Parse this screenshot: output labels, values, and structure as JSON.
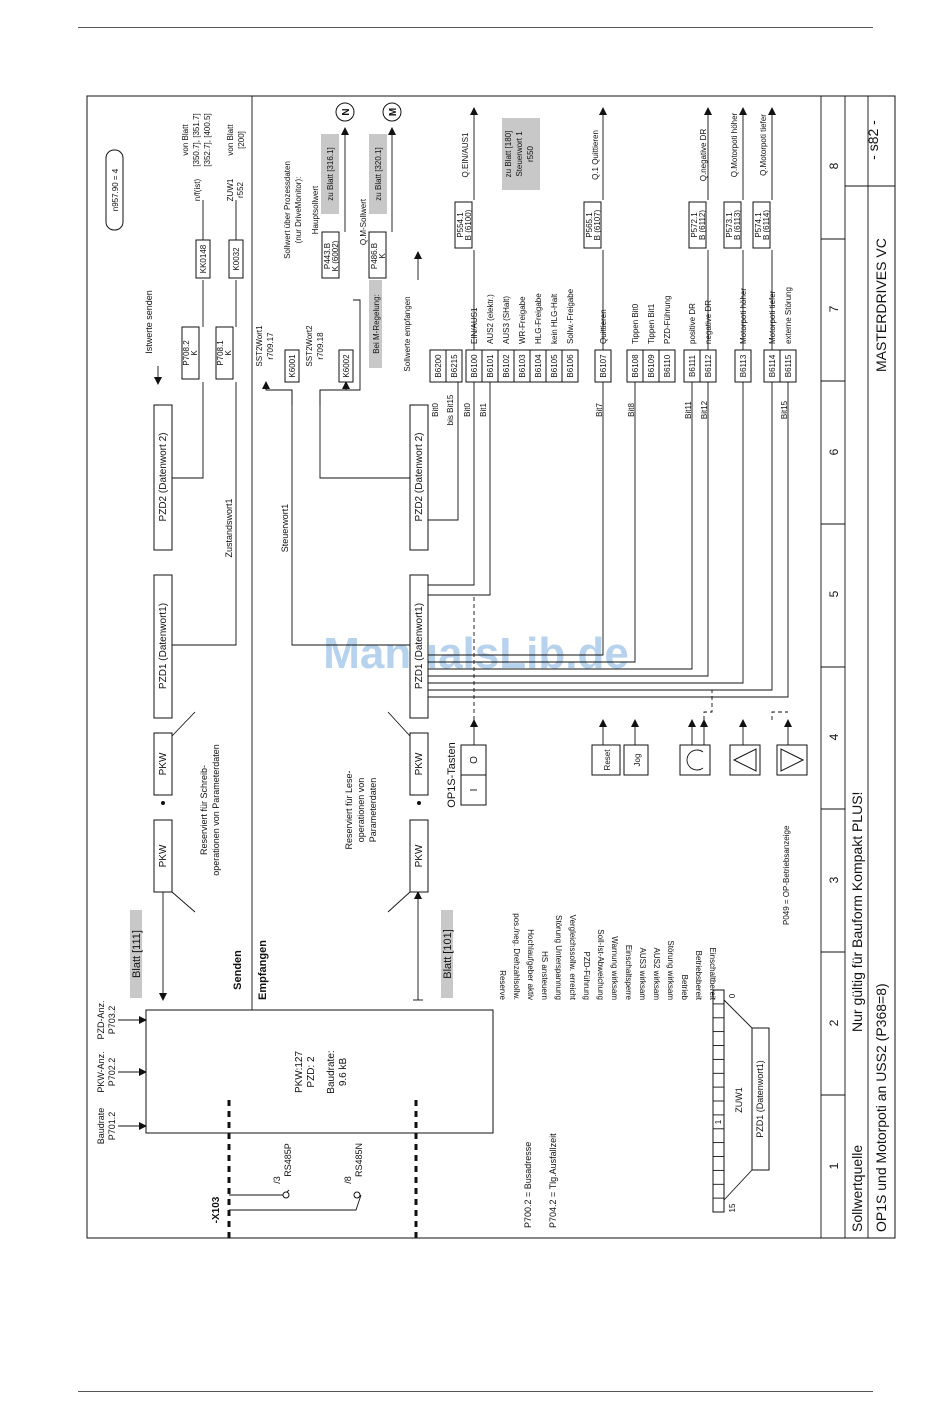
{
  "footer": {
    "title_line1": "Sollwertquelle",
    "title_line2": "OP1S und Motorpoti an USS2 (P368=8)",
    "note": "Nur gültig für Bauform Kompakt PLUS!",
    "product": "MASTERDRIVES VC",
    "page": "- s82 -",
    "columns": [
      "1",
      "2",
      "3",
      "4",
      "5",
      "6",
      "7",
      "8"
    ]
  },
  "watermark": "ManualsLib.de",
  "interface": {
    "connector": "-X103",
    "pin3": "/3",
    "pin3_label": "RS485P",
    "pin8": "/8",
    "pin8_label": "RS485N",
    "params": [
      {
        "name": "Baudrate",
        "code": "P701.2"
      },
      {
        "name": "PKW-Anz.",
        "code": "P702.2"
      },
      {
        "name": "PZD-Anz.",
        "code": "P703.2"
      }
    ],
    "box_lines": [
      "PKW:127",
      "PZD: 2",
      "Baudrate:",
      "9.6 kB"
    ],
    "bus_address": "P700.2 = Busadresse",
    "tlg_timeout": "P704.2 = Tlg.Ausfallzeit"
  },
  "send": {
    "label": "Senden",
    "blatt": "Blatt [111]",
    "pkw1": "PKW",
    "pkw2": "PKW",
    "reserved": [
      "Reserviert für Schreib-",
      "operationen von Parameterdaten"
    ],
    "pzd1": "PZD1 (Datenwort1)",
    "pzd2": "PZD2 (Datenwort 2)",
    "zustand": "Zustandswort1",
    "istwerte": "Istwerte senden",
    "p7082": "P708.2",
    "p7081": "P708.1",
    "k": "K",
    "kk0148": "KK0148",
    "k0032": "K0032",
    "nist": "n/f(ist)",
    "zuw1": "ZUW1",
    "r552": "r552",
    "vonblatt1": "von Blatt",
    "vonblatt1_refs": [
      "[350.7], [351.7]",
      "[352.7], [400.5]"
    ],
    "vonblatt2": "von Blatt",
    "vonblatt2_ref": "[200]",
    "n957": "n957.90 = 4"
  },
  "receive": {
    "label": "Empfangen",
    "blatt": "Blatt [101]",
    "pkw1": "PKW",
    "pkw2": "PKW",
    "reserved": [
      "Reserviert für Lese-",
      "operationen von",
      "Parameterdaten"
    ],
    "pzd1": "PZD1 (Datenwort1)",
    "pzd2": "PZD2 (Datenwort 2)",
    "steuerwort": "Steuerwort1",
    "sst1": "SST2Wort1",
    "sst1r": "r709.17",
    "sst2": "SST2Wort2",
    "sst2r": "r709.18",
    "k6001": "K6001",
    "k6002": "K6002",
    "sollwert_ueber": [
      "Sollwert über Prozessdaten",
      "(nur DriveMonitor):"
    ],
    "hauptsollwert": "Hauptsollwert",
    "p443": "P443.B",
    "k6002ref": "K (6002)",
    "zublatt1": "zu Blatt [316.1]",
    "qm": "Q.M-Sollwert",
    "p486": "P486.B",
    "kk": "K",
    "zublatt2": "zu Blatt [320.1]",
    "bei_m": "Bei M-Regelung:",
    "sollwerte_empf": "Sollwerte empfangen",
    "n_label": "N",
    "m_label": "M"
  },
  "control": {
    "bit0": "Bit0",
    "bis_bit15": "bis Bit15",
    "bit0b": "Bit0",
    "bit1": "Bit1",
    "b6200": "B6200",
    "b6215": "B6215",
    "bits": [
      {
        "code": "B6100",
        "label": "EIN/AUS1"
      },
      {
        "code": "B6101",
        "label": "AUS2 (elektr.)"
      },
      {
        "code": "B6102",
        "label": "AUS3 (SHalt)"
      },
      {
        "code": "B6103",
        "label": "WR-Freigabe"
      },
      {
        "code": "B6104",
        "label": "HLG-Freigabe"
      },
      {
        "code": "B6105",
        "label": "kein HLG-Halt"
      },
      {
        "code": "B6106",
        "label": "Sollw.-Freigabe"
      },
      {
        "code": "B6107",
        "label": "Quittieren"
      },
      {
        "code": "B6108",
        "label": "Tippen Bit0"
      },
      {
        "code": "B6109",
        "label": "Tippen Bit1"
      },
      {
        "code": "B6110",
        "label": "PZD-Führung"
      },
      {
        "code": "B6111",
        "label": "positive DR"
      },
      {
        "code": "B6112",
        "label": "negative DR"
      },
      {
        "code": "B6113",
        "label": "Motorpoti höher"
      },
      {
        "code": "B6114",
        "label": "Motorpoti tiefer"
      },
      {
        "code": "B6115",
        "label": "externe Störung"
      }
    ],
    "bit7": "Bit7",
    "bit8": "Bit8",
    "bit11": "Bit11",
    "bit12": "Bit12",
    "bit15": "Bit15",
    "p554": "P554.1",
    "b6100": "B (6100)",
    "q_ein": "Q.EIN/AUS1",
    "zublatt180": [
      "zu Blatt [180]",
      "Steuerwort 1",
      "r550"
    ],
    "p565": "P565.1",
    "b6107": "B (6107)",
    "q_quit": "Q.1 Quittieren",
    "p572": "P572.1",
    "b6112": "B (6112)",
    "q_neg": "Q.negative DR",
    "p573": "P573.1",
    "b6113": "B (6113)",
    "q_hoeher": "Q.Motorpoti höher",
    "p574": "P574.1",
    "b6114": "B (6114)",
    "q_tiefer": "Q.Motorpoti tiefer"
  },
  "op1s": {
    "title": "OP1S-Tasten",
    "btn_i": "I",
    "btn_o": "O",
    "reset": "Reset",
    "jog": "Jog",
    "p049": "P049 = OP-Betriebsanzeige"
  },
  "zuw": {
    "label": "ZUW1",
    "pzd": "PZD1 (Datenwort1)",
    "bit_hi": "15",
    "bit_lo": "0",
    "bit_one": "1",
    "bits": [
      "Einschaltbereit",
      "Betriebsbereit",
      "Betrieb",
      "Störung wirksam",
      "AUS2 wirksam",
      "AUS3 wirksam",
      "Einschaltsperre",
      "Warnung wirksam",
      "Soll-Ist-Abweichung",
      "PZD-Führung",
      "Vergleichssollw. erreicht",
      "Störung Unterspannung",
      "HS ansteuern",
      "Hochlaufgeber aktiv",
      "pos./neg. Drehzahlsollw.",
      "Reserve"
    ]
  }
}
